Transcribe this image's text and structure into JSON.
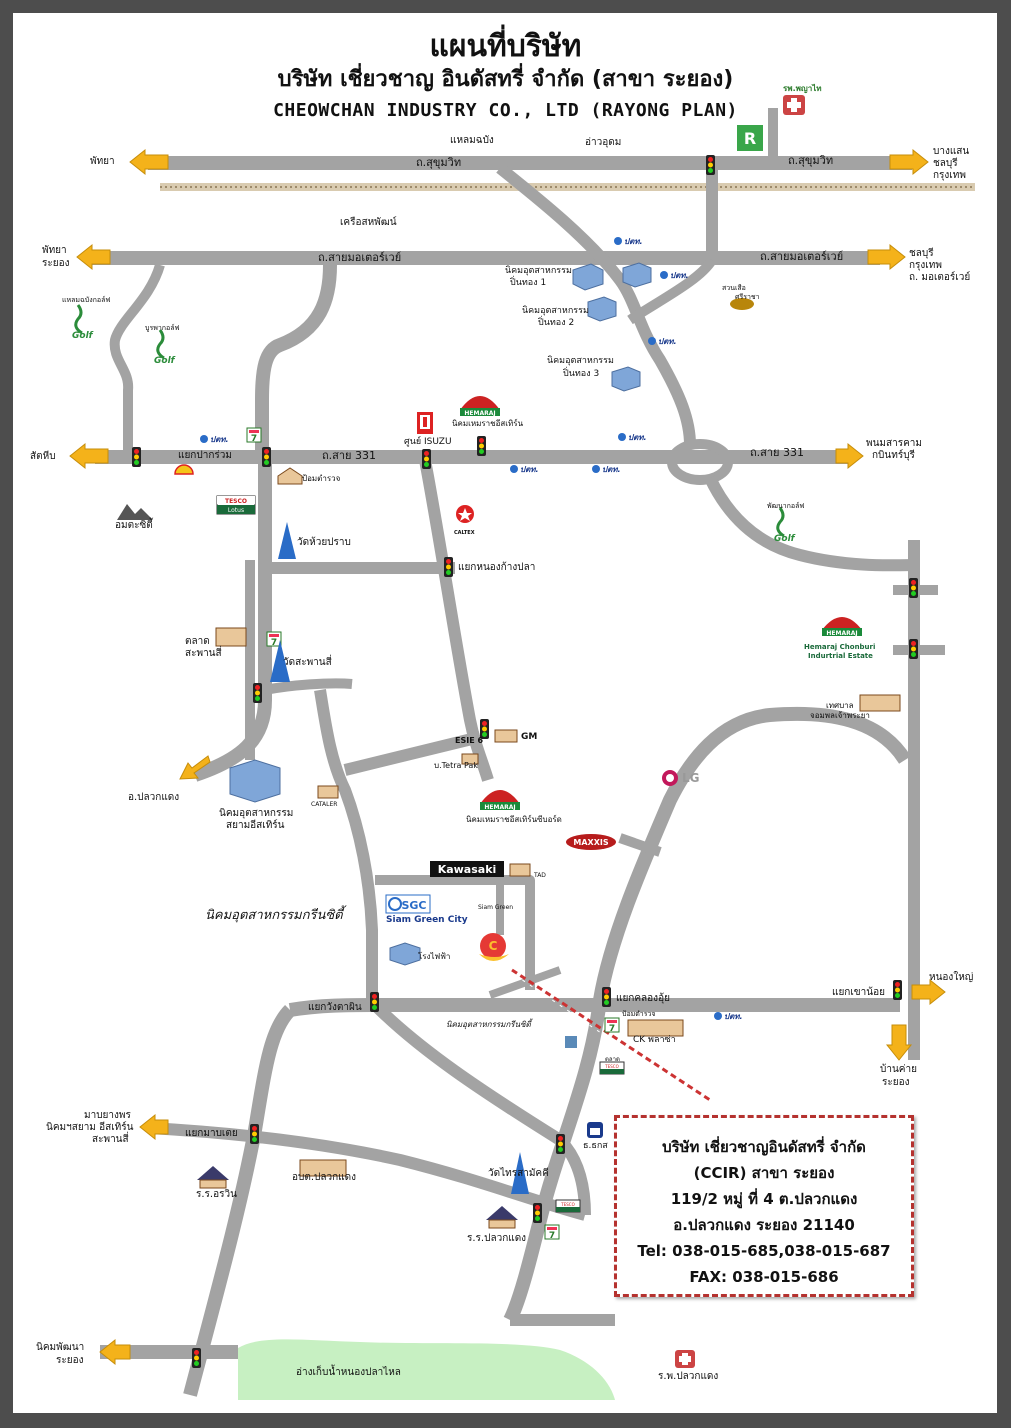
{
  "header": {
    "title_th": "แผนที่บริษัท",
    "company_th": "บริษัท เชี่ยวชาญ อินดัสทรี่ จำกัด (สาขา ระยอง)",
    "company_en": "CHEOWCHAN INDUSTRY CO., LTD (RAYONG PLAN)"
  },
  "roads": {
    "sukhumvit_left": "ถ.สุขุมวิท",
    "sukhumvit_right": "ถ.สุขุมวิท",
    "motorway_left": "ถ.สายมอเตอร์เวย์",
    "motorway_right": "ถ.สายมอเตอร์เวย์",
    "road331_left": "ถ.สาย 331",
    "road331_right": "ถ.สาย 331"
  },
  "directions": {
    "pattaya_top": "พัทยา",
    "bangsaen": [
      "บางแสน",
      "ชลบุรี",
      "กรุงเทพ"
    ],
    "pattaya_rayong": [
      "พัทยา",
      "ระยอง"
    ],
    "chonburi_motorway": [
      "ชลบุรี",
      "กรุงเทพ",
      "ถ. มอเตอร์เวย์"
    ],
    "sattahip": "สัตหีบ",
    "phanom": [
      "พนมสารคาม",
      "กบินทร์บุรี"
    ],
    "pluak_daeng": "อ.ปลวกแดง",
    "nong_yai": "หนองใหญ่",
    "ban_khai": [
      "บ้านค่าย",
      "ระยอง"
    ],
    "map_yang_phon": [
      "มาบยางพร",
      "นิคมฯสยาม อีสเทิร์น",
      "สะพานสี่"
    ],
    "phatthana": [
      "นิคมพัฒนา",
      "ระยอง"
    ]
  },
  "places": {
    "laem_chabang": "แหลมฉบัง",
    "ao_udom": "อ่าวอุดม",
    "hosp_top": "รพ.พญาไท",
    "khrua_sahaphat": "เครือสหพัฒน์",
    "pinthong1": [
      "นิคมอุตสาหกรรม",
      "ปิ่นทอง 1"
    ],
    "pinthong2": [
      "นิคมอุตสาหกรรม",
      "ปิ่นทอง 2"
    ],
    "pinthong3": [
      "นิคมอุตสาหกรรม",
      "ปิ่นทอง 3"
    ],
    "suan_suea": [
      "สวนเสือ",
      "ศรีราชา"
    ],
    "laem_chabang_golf": "แหลมฉบังกอล์ฟ",
    "burapha_golf": "บูรพากอล์ฟ",
    "hemaraj_eastern": "นิคมเหมราชอีสเทิร์น",
    "isuzu": "ศูนย์ ISUZU",
    "yaek_pak_rom": "แยกปากร่วม",
    "police": "ป้อมตำรวจ",
    "amata": "อมตะซิตี้",
    "wat_huai_prap": "วัดห้วยปราบ",
    "caltex": "CALTEX",
    "yaek_nong_kang_pla": "แยกหนองก้างปลา",
    "phatthana_golf": "พัฒนากอล์ฟ",
    "hemaraj_chonburi": [
      "Hemaraj Chonburi",
      "Indurtrial Estate"
    ],
    "talat": [
      "ตลาด",
      "สะพานสี่"
    ],
    "wat_saphan_si": "วัดสะพานสี่",
    "theshaban": [
      "เทศบาล",
      "จอมพลเจ้าพระยา"
    ],
    "esie": "ESIE 6",
    "gm": "GM",
    "tetra": "บ.Tetra Pak",
    "lg": "LG",
    "siam_eastern": [
      "นิคมอุตสาหกรรม",
      "สยามอีสเทิร์น"
    ],
    "cataler": "CATALER",
    "hemaraj_eastern_seaboard": "นิคมเหมราชอีสเทิร์นซีบอร์ด",
    "maxxis": "MAXXIS",
    "kawasaki": "Kawasaki",
    "tad": "TAD",
    "green_city_estate": "นิคมอุตสาหกรรมกรีนซิตี้",
    "siam_green_city": "Siam Green City",
    "sgc": "SGC",
    "siam_green": "Siam Green",
    "power_plant": "โรงไฟฟ้า",
    "yaek_wang_ta_phin": "แยกวังตาผิน",
    "yaek_klong_ui": "แยกคลองอุ้ย",
    "yaek_khao_noi": "แยกเขาน้อย",
    "green_city_label2": "นิคมอุตสาหกรรมกรีนซิตี้",
    "ck_plaza": "CK พลาซ่า",
    "police2": "ป้อมตำรวจ",
    "talat2": "ตลาด",
    "tesco": "TESCO",
    "lotus": "Lotus",
    "yaek_map_ui": "แยกมาบเตย",
    "school_orawin": "ร.ร.อรวิน",
    "obt": "อบต.ปลวกแดง",
    "wat_phai": "วัดไทรสามัคคี",
    "school_pluak": "ร.ร.ปลวกแดง",
    "bank": "ธ.ธกส",
    "reservoir": "อ่างเก็บน้ำหนองปลาไหล",
    "hosp_bottom": "ร.พ.ปลวกแดง",
    "ptt": "ปตท.",
    "golf": "Golf",
    "hemaraj": "HEMARAJ"
  },
  "contact": {
    "line1": "บริษัท เชี่ยวชาญอินดัสทรี่ จำกัด",
    "line2": "(CCIR) สาขา ระยอง",
    "line3": "119/2 หมู่ ที่ 4 ต.ปลวกแดง",
    "line4": "อ.ปลวกแดง ระยอง 21140",
    "line5": "Tel: 038-015-685,038-015-687",
    "line6": "FAX: 038-015-686"
  },
  "colors": {
    "road": "#a3a3a3",
    "arrow": "#f4b21a",
    "frame": "#4d4d4d",
    "reservoir": "#c7f0c2",
    "contact_border": "#b5322f",
    "railway": "#c8b596"
  }
}
